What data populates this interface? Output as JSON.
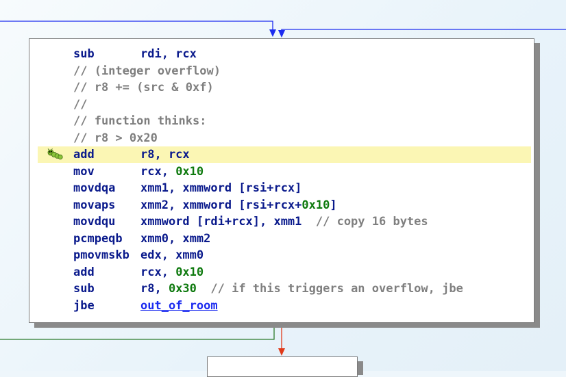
{
  "code_block": {
    "lines": [
      {
        "mnemonic": "sub",
        "ops": [
          {
            "t": "rdi, rcx",
            "k": "reg"
          }
        ]
      },
      {
        "comment": "// (integer overflow)"
      },
      {
        "comment": "// r8 += (src & 0xf)"
      },
      {
        "comment": "//"
      },
      {
        "comment": "// function thinks:"
      },
      {
        "comment": "// r8 > 0x20"
      },
      {
        "mnemonic": "add",
        "ops": [
          {
            "t": "r8, rcx",
            "k": "reg"
          }
        ],
        "highlight": true,
        "marker": "bug-icon"
      },
      {
        "mnemonic": "mov",
        "ops": [
          {
            "t": "rcx, ",
            "k": "reg"
          },
          {
            "t": "0x10",
            "k": "num"
          }
        ]
      },
      {
        "mnemonic": "movdqa",
        "ops": [
          {
            "t": "xmm1, xmmword [rsi+rcx]",
            "k": "reg"
          }
        ]
      },
      {
        "mnemonic": "movaps",
        "ops": [
          {
            "t": "xmm2, xmmword [rsi+rcx+",
            "k": "reg"
          },
          {
            "t": "0x10",
            "k": "num"
          },
          {
            "t": "]",
            "k": "reg"
          }
        ]
      },
      {
        "mnemonic": "movdqu",
        "ops": [
          {
            "t": "xmmword [rdi+rcx], xmm1  ",
            "k": "reg"
          },
          {
            "t": "// copy 16 bytes",
            "k": "cmt"
          }
        ]
      },
      {
        "mnemonic": "pcmpeqb",
        "ops": [
          {
            "t": "xmm0, xmm2",
            "k": "reg"
          }
        ]
      },
      {
        "mnemonic": "pmovmskb",
        "ops": [
          {
            "t": "edx, xmm0",
            "k": "reg"
          }
        ]
      },
      {
        "mnemonic": "add",
        "ops": [
          {
            "t": "rcx, ",
            "k": "reg"
          },
          {
            "t": "0x10",
            "k": "num"
          }
        ]
      },
      {
        "mnemonic": "sub",
        "ops": [
          {
            "t": "r8, ",
            "k": "reg"
          },
          {
            "t": "0x30",
            "k": "num"
          },
          {
            "t": "  // if this triggers an overflow, jbe",
            "k": "cmt"
          }
        ]
      },
      {
        "mnemonic": "jbe",
        "ops": [
          {
            "t": "out_of_room",
            "k": "lbl"
          }
        ]
      }
    ]
  },
  "colors": {
    "mnemonic": "#0a1a8c",
    "number": "#0f7a0f",
    "comment": "#7f7f7f",
    "label": "#1c2cf0",
    "highlight": "#fbf6b4",
    "edge_in_1": "#1c2cf0",
    "edge_in_2": "#1c2cf0",
    "edge_false": "#2a7a2a",
    "edge_true": "#e03a1a"
  }
}
